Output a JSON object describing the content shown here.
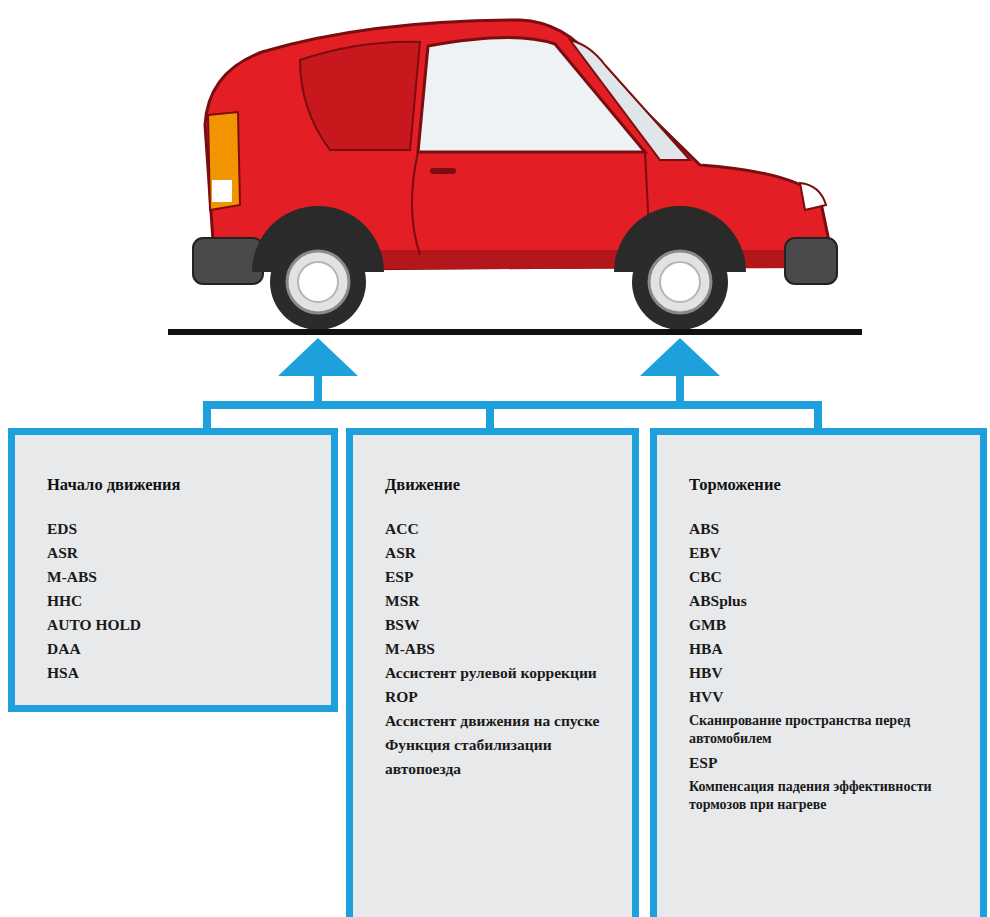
{
  "diagram": {
    "nodes": [
      {
        "text": [
          "Начало движения",
          "EDS",
          "ASR",
          "M-ABS",
          "HHC",
          "AUTO HOLD",
          "DAA",
          "HSA"
        ]
      },
      {
        "text": [
          "Движение",
          "ACC",
          "ASR",
          "ESP",
          "MSR",
          "BSW",
          "M-ABS",
          "Ассистент рулевой коррекции",
          "ROP",
          "Ассистент движения на спуске",
          "Функция стабилизации автопоезда"
        ]
      },
      {
        "text": [
          "Торможение",
          "ABS",
          "EBV",
          "CBC",
          "ABSplus",
          "GMB",
          "HBA",
          "HBV",
          "HVV",
          "Сканирование пространства перед автомобилем",
          "ESP",
          "Компенсация падения эффективности тормозов при нагреве"
        ]
      }
    ]
  }
}
